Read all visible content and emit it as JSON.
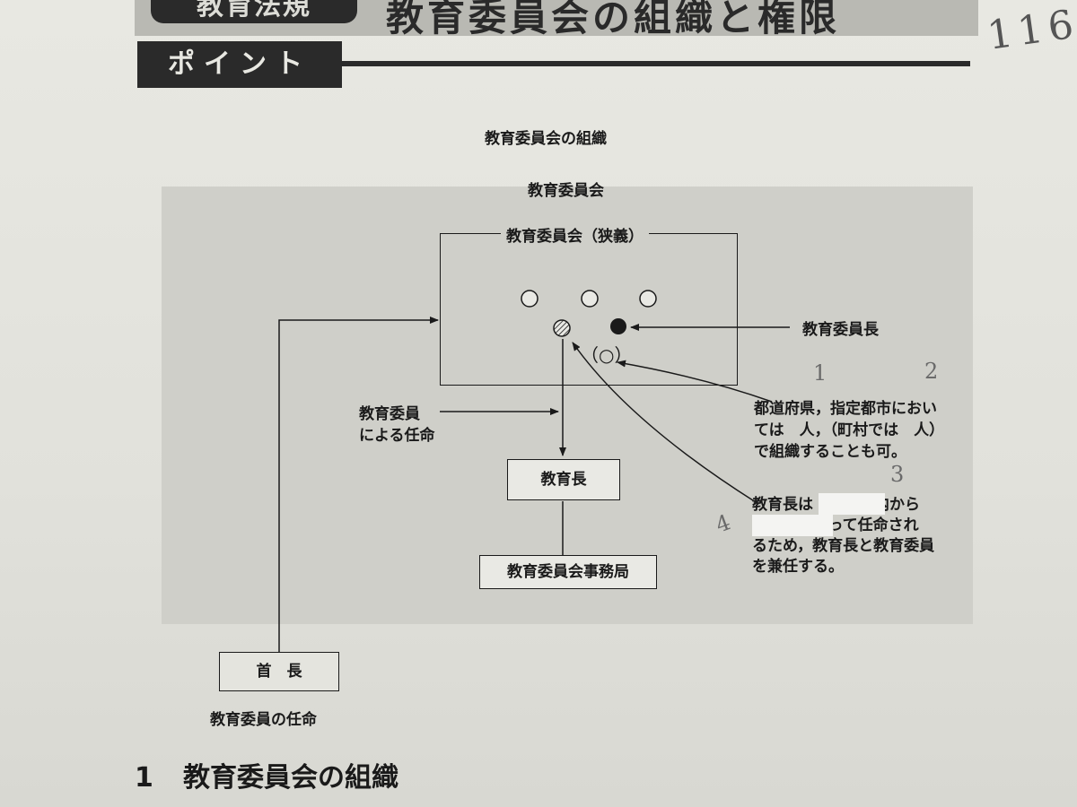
{
  "header": {
    "tag": "教育法規",
    "title": "教育委員会の組織と権限",
    "handwritten_page": "116"
  },
  "point": {
    "label": "ポイント"
  },
  "diagram": {
    "caption": "教育委員会の組織",
    "outer_label": "教育委員会",
    "inner_label": "教育委員会（狭義）",
    "chair_label": "教育委員長",
    "optional_member": "（○）",
    "note_composition": [
      "都道府県，指定都市におい",
      "ては　人，（町村では　人）",
      "で組織することも可。"
    ],
    "appointment_label": [
      "教育委員",
      "による任命"
    ],
    "superintendent": "教育長",
    "secretariat": "教育委員会事務局",
    "head": "首　長",
    "head_caption": "教育委員の任命",
    "note_superintendent": [
      "教育長は　　　の内から",
      "　　　によって任命され",
      "るため，教育長と教育委員",
      "を兼任する。"
    ],
    "handwritten_marks": [
      "1",
      "2",
      "3",
      "4"
    ]
  },
  "section": {
    "number": "1",
    "title": "教育委員会の組織"
  }
}
